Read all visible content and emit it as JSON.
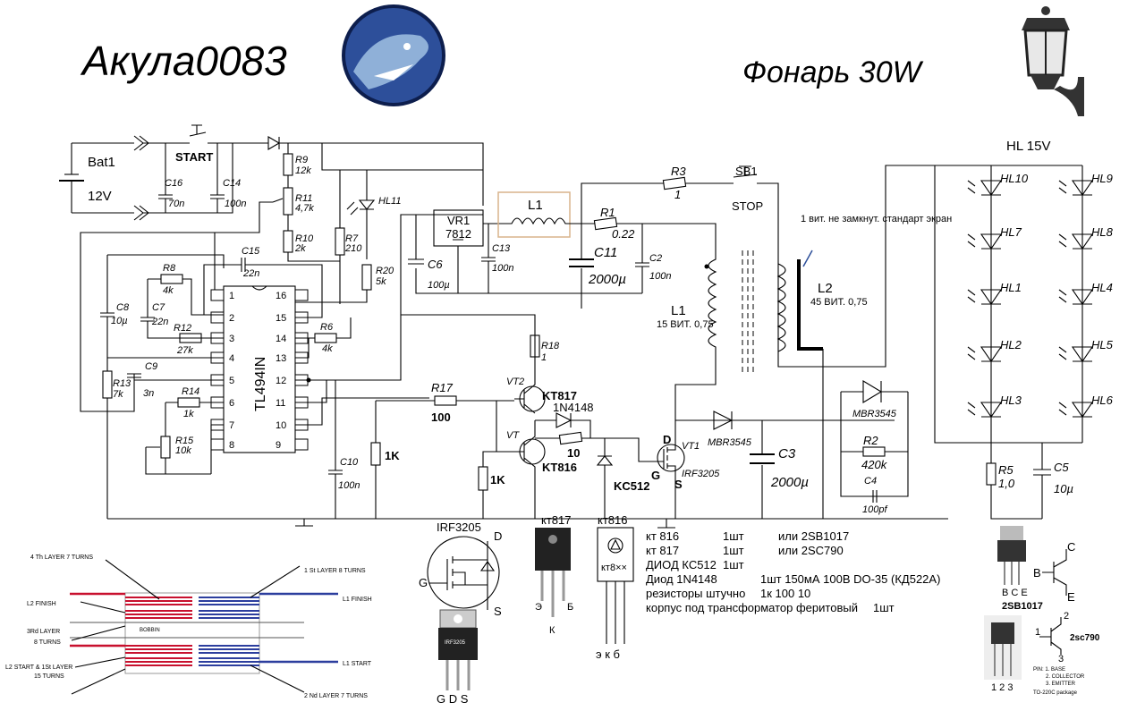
{
  "header": {
    "author": "Акула0083",
    "title": "Фонарь 30W",
    "hl_group_label": "HL 15V"
  },
  "battery": {
    "name": "Bat1",
    "voltage": "12V"
  },
  "switches": {
    "start": "START",
    "stop": "STOP",
    "sb1": "SB1"
  },
  "chip": {
    "name": "TL494IN",
    "pins_left": [
      "1",
      "2",
      "3",
      "4",
      "5",
      "6",
      "7",
      "8"
    ],
    "pins_right": [
      "16",
      "15",
      "14",
      "13",
      "12",
      "11",
      "10",
      "9"
    ]
  },
  "regulator": {
    "name": "VR1",
    "part": "7812"
  },
  "components": {
    "c16": {
      "ref": "C16",
      "val": "70n"
    },
    "c14": {
      "ref": "C14",
      "val": "100n"
    },
    "r9": {
      "ref": "R9",
      "val": "12k"
    },
    "r11": {
      "ref": "R11",
      "val": "4,7k"
    },
    "r10": {
      "ref": "R10",
      "val": "2k"
    },
    "r7": {
      "ref": "R7",
      "val": "210"
    },
    "hl11": {
      "ref": "HL11"
    },
    "r20": {
      "ref": "R20",
      "val": "5k"
    },
    "c15": {
      "ref": "C15",
      "val": "22n"
    },
    "r8": {
      "ref": "R8",
      "val": "4k"
    },
    "c7": {
      "ref": "C7",
      "val": "22n"
    },
    "r12": {
      "ref": "R12",
      "val": "27k"
    },
    "c8": {
      "ref": "C8",
      "val": "10µ"
    },
    "r13": {
      "ref": "R13",
      "val": "7k"
    },
    "c9": {
      "ref": "C9",
      "val": "3n"
    },
    "r14": {
      "ref": "R14",
      "val": "1k"
    },
    "r15": {
      "ref": "R15",
      "val": "10k"
    },
    "r6": {
      "ref": "R6",
      "val": "4k"
    },
    "c6": {
      "ref": "C6",
      "val": "100µ"
    },
    "c13": {
      "ref": "C13",
      "val": "100n"
    },
    "l1top": {
      "ref": "L1"
    },
    "r1": {
      "ref": "R1",
      "val": "0.22"
    },
    "c11": {
      "ref": "C11",
      "val": "2000µ"
    },
    "c2": {
      "ref": "C2",
      "val": "100n"
    },
    "r3": {
      "ref": "R3",
      "val": "1"
    },
    "r18": {
      "ref": "R18",
      "val": "1"
    },
    "r17": {
      "ref": "R17",
      "val": "100"
    },
    "r1k_a": {
      "val": "1K"
    },
    "r1k_b": {
      "val": "1K"
    },
    "c10": {
      "ref": "C10",
      "val": "100n"
    },
    "vt2": {
      "ref": "VT2",
      "part": "KT817"
    },
    "vt": {
      "ref": "VT",
      "part": "KT816"
    },
    "d1n": {
      "part": "1N4148"
    },
    "r10ohm": {
      "val": "10"
    },
    "kc512": {
      "part": "KC512"
    },
    "vt1": {
      "ref": "VT1",
      "part": "IRF3205",
      "d": "D",
      "g": "G",
      "s": "S"
    },
    "l1tr": {
      "ref": "L1",
      "turns": "15 ВИТ. 0,75"
    },
    "l2tr": {
      "ref": "L2",
      "turns": "45 ВИТ. 0,75"
    },
    "screen_note": "1 вит. не замкнут. стандарт  экран",
    "mbr1": {
      "part": "MBR3545"
    },
    "mbr2": {
      "part": "MBR3545"
    },
    "c3": {
      "ref": "C3",
      "val": "2000µ"
    },
    "r2": {
      "ref": "R2",
      "val": "420k"
    },
    "c4": {
      "ref": "C4",
      "val": "100pf"
    },
    "r5": {
      "ref": "R5",
      "val": "1,0"
    },
    "c5": {
      "ref": "C5",
      "val": "10µ"
    }
  },
  "leds_left": [
    "HL10",
    "HL7",
    "HL1",
    "HL2",
    "HL3"
  ],
  "leds_right": [
    "HL9",
    "HL8",
    "HL4",
    "HL5",
    "HL6"
  ],
  "parts_list": [
    [
      "кт 816",
      "1шт",
      "или 2SB1017"
    ],
    [
      "кт 817",
      "1шт",
      "или 2SC790"
    ],
    [
      "ДИОД КС512",
      "1шт",
      ""
    ],
    [
      "Диод 1N4148",
      "1шт 150мА 100В DO-35 (КД522А)",
      ""
    ],
    [
      "резисторы штучно",
      "1к    100    10",
      ""
    ],
    [
      "корпус под трансформатор феритовый",
      "1шт",
      ""
    ]
  ],
  "pinouts": {
    "irf": {
      "name": "IRF3205",
      "d": "D",
      "g": "G",
      "s": "S",
      "pins": "G D S",
      "body": "IRF3205"
    },
    "kt817": {
      "name": "кт817",
      "e": "Э",
      "b": "Б",
      "k": "К"
    },
    "kt816": {
      "name": "кт816",
      "body": "кт8××",
      "pins": "э к б"
    },
    "sb1017": {
      "name": "2SB1017",
      "pins": "B C E",
      "c": "C",
      "b": "B",
      "e": "E"
    },
    "sc790": {
      "name": "2sc790",
      "label": "2SC790",
      "note1": "PIN: 1. BASE",
      "note2": "2. COLLECTOR",
      "note3": "3. EMITTER",
      "note4": "TO-220C package",
      "pins": "1 2 3",
      "p1": "1",
      "p2": "2",
      "p3": "3"
    }
  },
  "winding": {
    "l4": "4 Th LAYER 7 TURNS",
    "l1s": "1 St LAYER 8 TURNS",
    "l2finish": "L2 FINISH",
    "l1finish": "L1 FINISH",
    "l3a": "3Rd LAYER",
    "l3b": "8 TURNS",
    "bobbin": "BOBBIN",
    "l2start_a": "L2 START & 1St LAYER",
    "l2start_b": "15 TURNS",
    "l1start": "L1 START",
    "l2nd": "2 Nd LAYER 7 TURNS"
  }
}
